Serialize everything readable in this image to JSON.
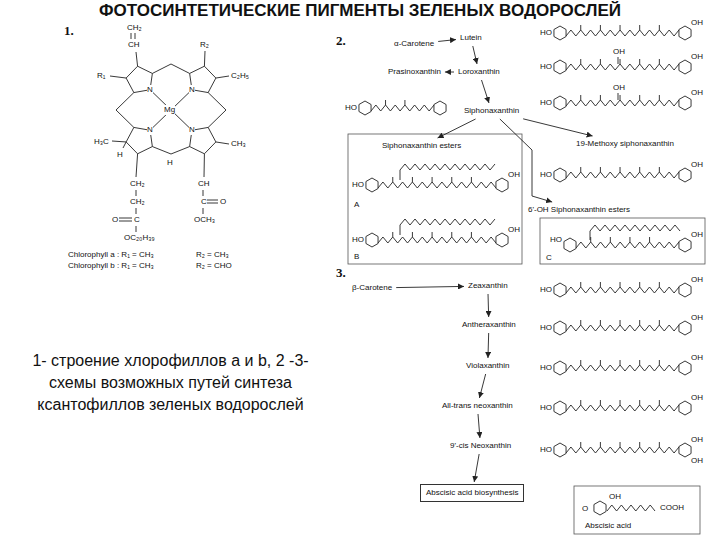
{
  "diagram": {
    "title": "ФОТОСИНТЕТИЧЕСКИЕ ПИГМЕНТЫ ЗЕЛЕНЫХ ВОДОРОСЛЕЙ",
    "caption": "1- строение хлорофиллов a и b, 2 -3- схемы возможных путей синтеза ксантофиллов зеленых водорослей",
    "nodes": [
      {
        "text": [
          "α-Carotene"
        ]
      },
      {
        "text": [
          "Lutein"
        ]
      },
      {
        "text": [
          "Prasinoxanthin"
        ]
      },
      {
        "text": [
          "Loroxanthin"
        ]
      },
      {
        "text": [
          "Siphonaxanthin"
        ]
      },
      {
        "text": [
          "Siphonaxanthin esters"
        ]
      },
      {
        "text": [
          "19-Methoxy siphonaxanthin"
        ]
      },
      {
        "text": [
          "6'-OH Siphonaxanthin esters"
        ]
      },
      {
        "text": [
          "β-Carotene"
        ]
      },
      {
        "text": [
          "Zeaxanthin"
        ]
      },
      {
        "text": [
          "Antheraxanthin"
        ]
      },
      {
        "text": [
          "Violaxanthin"
        ]
      },
      {
        "text": [
          "All-trans neoxanthin"
        ]
      },
      {
        "text": [
          "9'-cis Neoxanthin"
        ]
      },
      {
        "text": [
          "Abscisic acid biosynthesis"
        ]
      }
    ],
    "edges": [
      {
        "from": 0,
        "to": 1,
        "arrow": "to"
      },
      {
        "from": 1,
        "to": 3,
        "arrow": "to"
      },
      {
        "from": 3,
        "to": 2,
        "arrow": "to"
      },
      {
        "from": 3,
        "to": 4,
        "arrow": "to"
      },
      {
        "from": 4,
        "to": 5,
        "arrow": "to"
      },
      {
        "from": 4,
        "to": 6,
        "arrow": "to"
      },
      {
        "from": 4,
        "to": 7,
        "arrow": "to"
      },
      {
        "from": 8,
        "to": 9,
        "arrow": "to"
      },
      {
        "from": 9,
        "to": 10,
        "arrow": "to"
      },
      {
        "from": 10,
        "to": 11,
        "arrow": "to"
      },
      {
        "from": 11,
        "to": 12,
        "arrow": "to"
      },
      {
        "from": 12,
        "to": 13,
        "arrow": "to"
      },
      {
        "from": 13,
        "to": 14,
        "arrow": "to"
      }
    ],
    "labels": [
      "1.",
      "2.",
      "3.",
      "CH₂",
      "CH",
      "R₂",
      "R₁",
      "C₂H₅",
      "N",
      "N",
      "Mg",
      "N",
      "N",
      "H₃C",
      "H",
      "H",
      "CH₃",
      "CH₂",
      "CH₂",
      "C",
      "O",
      "OC₂₀H₃₉",
      "CH",
      "C",
      "O",
      "OCH₃",
      "Chlorophyll a : R₁ = CH₃",
      "R₂ = CH₃",
      "Chlorophyll b : R₁ = CH₃",
      "R₂ = CHO",
      "HO",
      "OH",
      "HO",
      "OH",
      "OH",
      "HO",
      "OH",
      "OH",
      "HO",
      "A",
      "HO",
      "OH",
      "B",
      "HO",
      "OH",
      "HO",
      "OH",
      "C",
      "HO",
      "OH",
      "HO",
      "OH",
      "HO",
      "OH",
      "HO",
      "OH",
      "HO",
      "OH",
      "HO",
      "OH",
      "OH",
      "O",
      "OH",
      "COOH",
      "Abscisic acid"
    ]
  }
}
